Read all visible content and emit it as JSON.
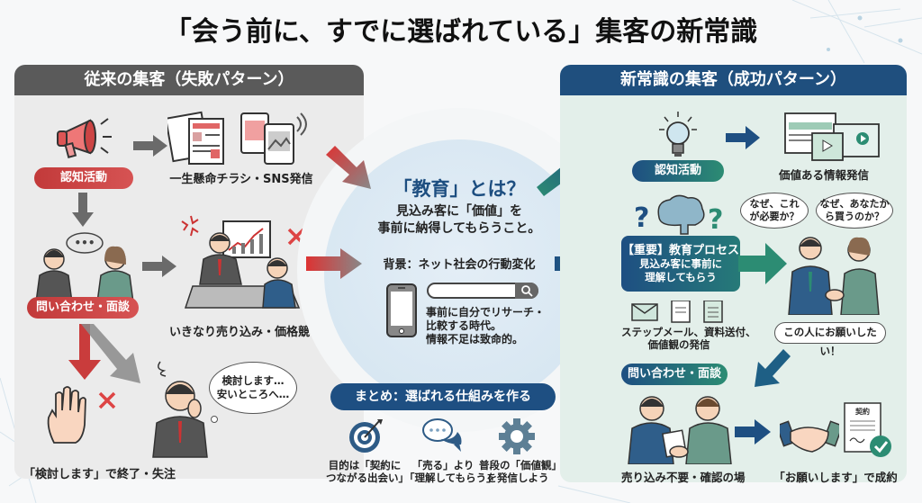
{
  "title": "「会う前に、すでに選ばれている」集客の新常識",
  "colors": {
    "failure_accent": "#c23a3a",
    "failure_header": "#5a5a5a",
    "success_header": "#1f4f7e",
    "success_accent": "#2c8c73",
    "center_bg": "#d8e7f2"
  },
  "left_panel": {
    "header": "従来の集客（失敗パターン）",
    "awareness_label": "認知活動",
    "flyer_caption": "一生懸命チラシ・SNS発信",
    "inquiry_label": "問い合わせ・面談",
    "speech_dots": "•••",
    "hard_sell_caption": "いきなり売り込み・価格競争",
    "thought_bubble": [
      "検討します…",
      "安いところへ…"
    ],
    "end_caption": "「検討します」で終了・失注",
    "icons": [
      "megaphone-icon",
      "flyer-icon",
      "sns-post-icon",
      "conversation-icon",
      "hard-sell-meeting-icon",
      "anger-icon",
      "cross-icon",
      "stop-hand-icon",
      "worried-man-icon"
    ]
  },
  "center": {
    "title": "「教育」とは？",
    "definition": [
      "見込み客に「価値」を",
      "事前に納得してもらうこと。"
    ],
    "background_label": "背景：ネット社会の行動変化",
    "research_text": [
      "事前に自分でリサーチ・",
      "比較する時代。",
      "情報不足は致命的。"
    ],
    "icons": [
      "smartphone-icon",
      "search-icon"
    ]
  },
  "summary": {
    "title": "まとめ：選ばれる仕組みを作る",
    "items": [
      {
        "icon": "target-icon",
        "lines": [
          "目的は「契約に",
          "つながる出会い」"
        ]
      },
      {
        "icon": "chat-icon",
        "lines": [
          "「売る」より",
          "「理解してもらう」"
        ]
      },
      {
        "icon": "gear-icon",
        "lines": [
          "普段の「価値観」",
          "を発信しよう"
        ]
      }
    ]
  },
  "right_panel": {
    "header": "新常識の集客（成功パターン）",
    "awareness_label": "認知活動",
    "content_caption": "価値ある情報発信",
    "edu_box": {
      "title": "【重要】教育プロセス",
      "lines": [
        "見込み客に事前に",
        "理解してもらう"
      ]
    },
    "question_bubbles": [
      [
        "なぜ、これ",
        "が必要か？"
      ],
      [
        "なぜ、あなたか",
        "ら買うのか？"
      ]
    ],
    "agreement_bubble": "この人にお願いしたい！",
    "channels_caption": [
      "ステップメール、資料送付、",
      "価値観の発信"
    ],
    "inquiry_label": "問い合わせ・面談",
    "meeting_caption": "売り込み不要・確認の場",
    "contract_label": "契約",
    "success_caption": "「お願いします」で成約",
    "icons": [
      "lightbulb-icon",
      "video-content-icon",
      "brain-icon",
      "question-icon",
      "mail-icon",
      "document-icon",
      "handshake-icon",
      "contract-icon",
      "check-icon"
    ]
  }
}
